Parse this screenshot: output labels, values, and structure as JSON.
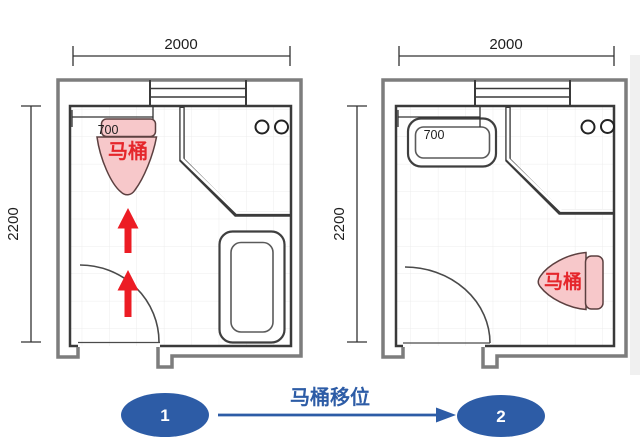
{
  "diagram": {
    "plan1": {
      "width_dim": "2000",
      "height_dim": "2200",
      "toilet_width_dim": "700",
      "toilet_label": "马桶",
      "step_label": "1"
    },
    "plan2": {
      "width_dim": "2000",
      "height_dim": "2200",
      "fixture_width_dim": "700",
      "toilet_label": "马桶",
      "step_label": "2"
    },
    "flow": {
      "transition_label": "马桶移位",
      "step1_label": "1",
      "step2_label": "2"
    },
    "colors": {
      "toilet_fill": "#f7c8ca",
      "toilet_text_red": "#e5262b",
      "arrow_red": "#ec1c24",
      "flow_blue": "#2d5ca6",
      "wall_dark": "#3a3a3a",
      "wall_gray": "#7d7d7d"
    }
  }
}
